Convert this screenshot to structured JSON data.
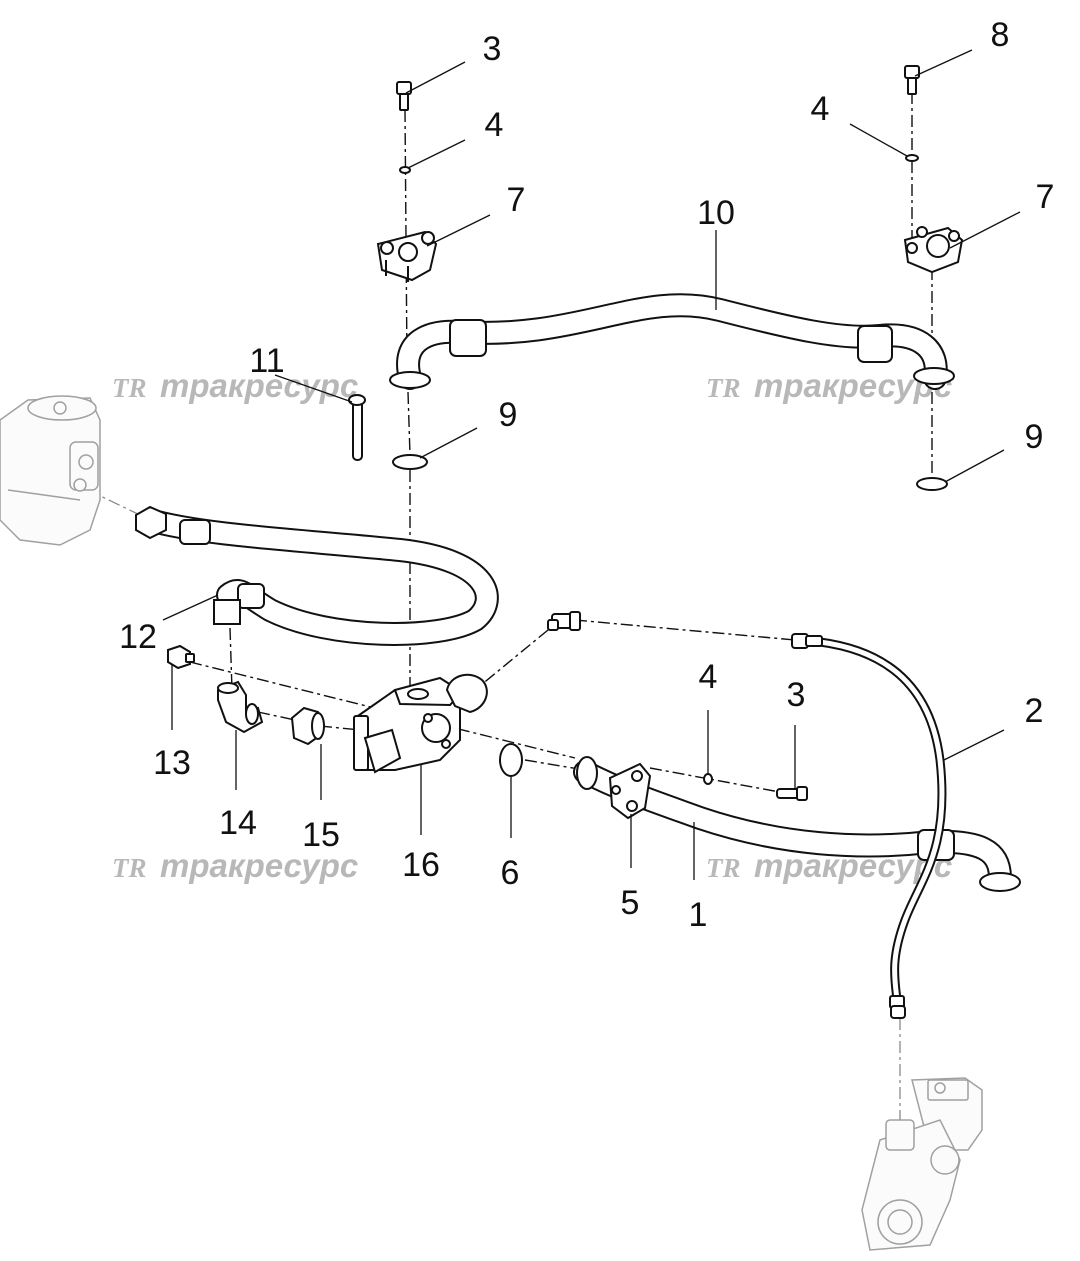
{
  "diagram": {
    "watermark": {
      "logo": "TR",
      "text": "тракресурс"
    },
    "callouts": [
      "3",
      "4",
      "7",
      "8",
      "4",
      "7",
      "10",
      "11",
      "9",
      "9",
      "12",
      "13",
      "14",
      "15",
      "16",
      "6",
      "4",
      "3",
      "5",
      "1",
      "2"
    ]
  }
}
